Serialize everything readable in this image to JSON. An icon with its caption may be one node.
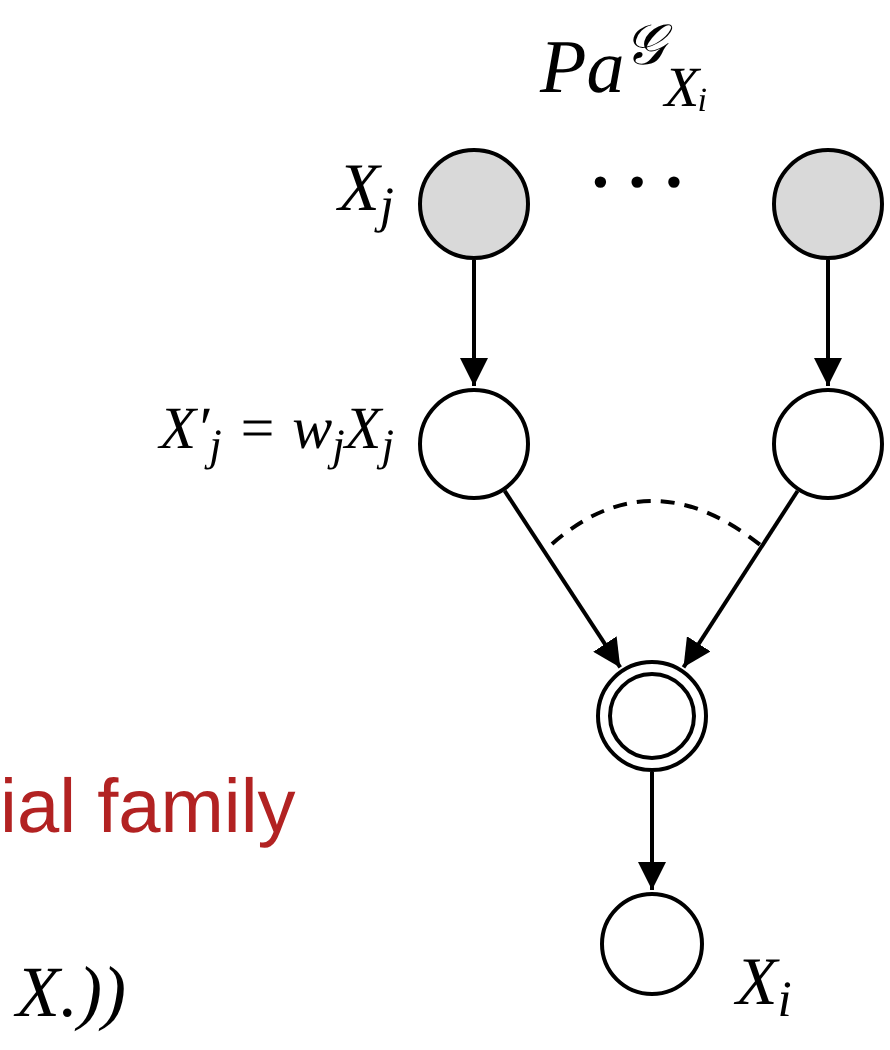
{
  "diagram": {
    "nodes": [
      {
        "text": [],
        "shape": "circle",
        "beside": [
          "X$_{j}$"
        ]
      },
      {
        "text": [],
        "shape": "circle"
      },
      {
        "text": [],
        "shape": "circle",
        "beside": [
          "X′$_{j}$ = w$_{j}$X$_{j}$"
        ]
      },
      {
        "text": [],
        "shape": "circle"
      },
      {
        "text": [],
        "shape": "circle"
      },
      {
        "text": [],
        "shape": "circle",
        "beside": [
          "X$_{i}$"
        ]
      }
    ],
    "edges": [
      {
        "from": 0,
        "to": 2,
        "arrow": "to"
      },
      {
        "from": 1,
        "to": 3,
        "arrow": "to"
      },
      {
        "from": 2,
        "to": 4,
        "arrow": "to"
      },
      {
        "from": 3,
        "to": 4,
        "arrow": "to"
      },
      {
        "from": 4,
        "to": 5,
        "arrow": "to"
      }
    ],
    "labels": [
      "Pa$^{𝒢}$$_{Xᵢ}$",
      "• • •",
      "ial family",
      "X.))"
    ]
  }
}
